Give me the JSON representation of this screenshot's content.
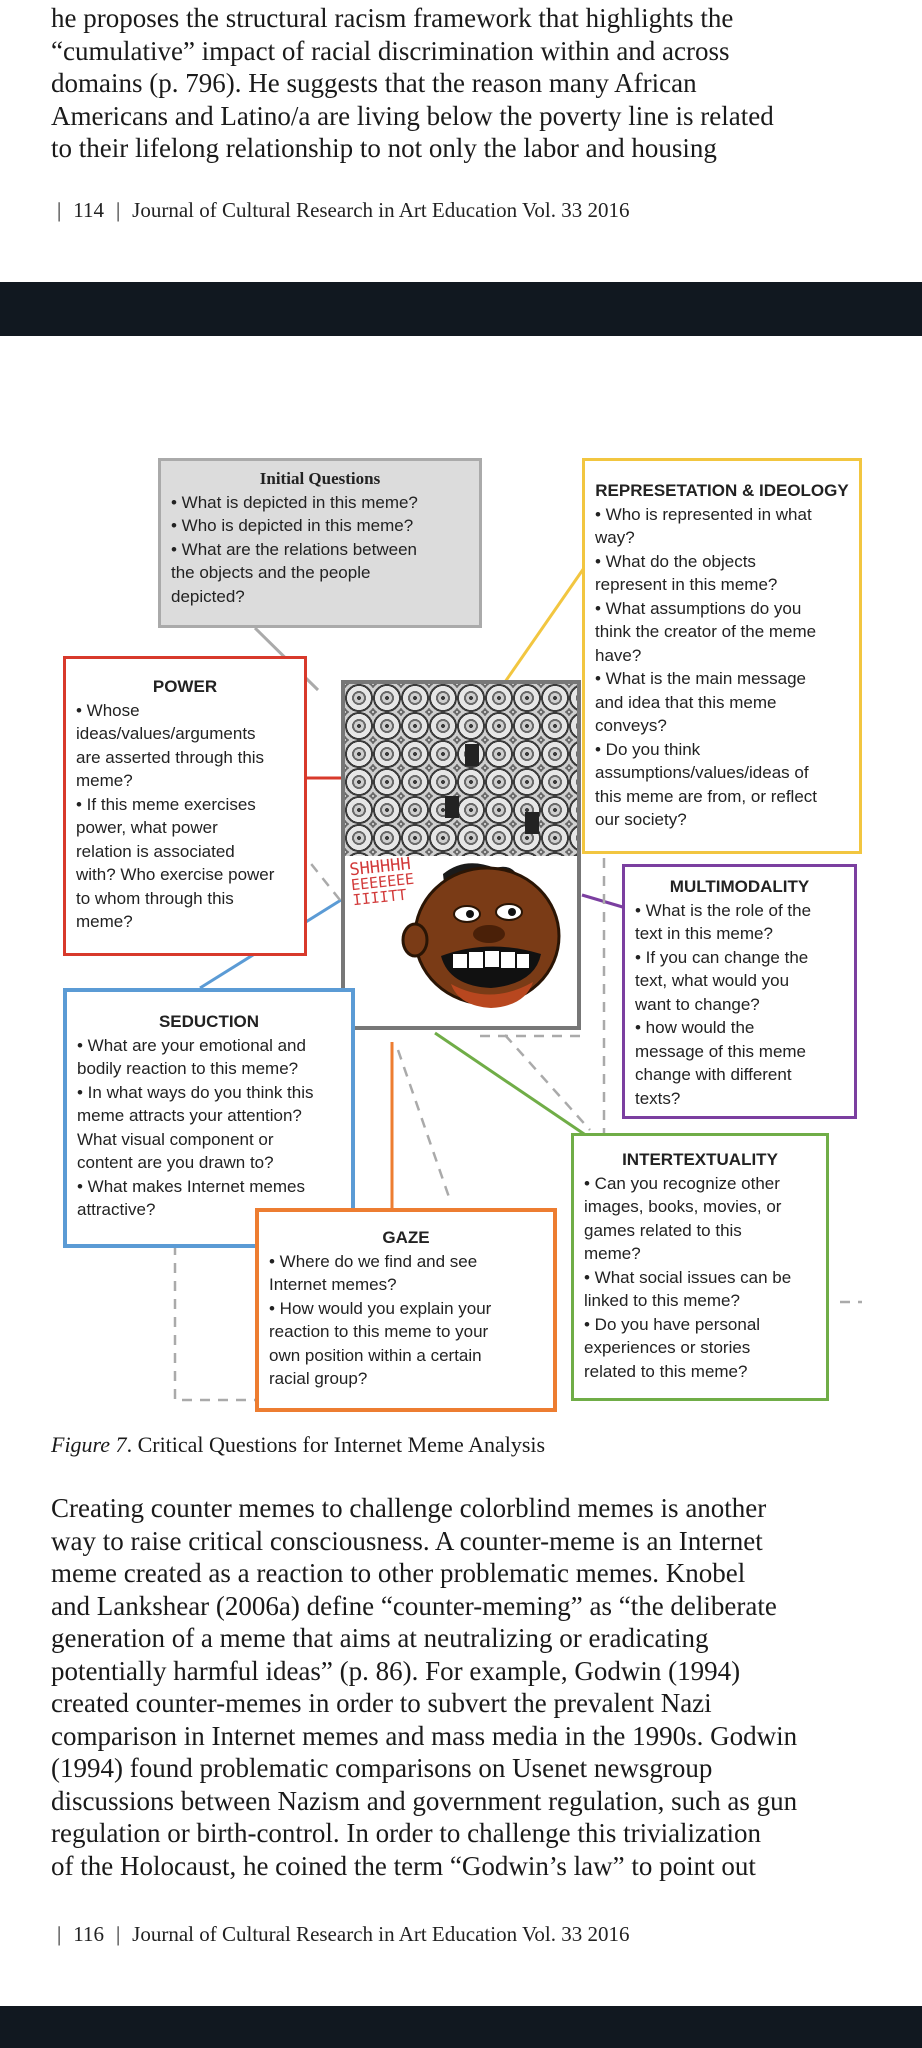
{
  "top_text": {
    "lines": [
      "he proposes the structural racism framework that highlights the",
      "“cumulative” impact of racial discrimination within and across",
      "domains (p. 796). He suggests that the reason many African",
      "Americans and Latino/a are living below the poverty line is related",
      "to their lifelong relationship to not only the labor and housing"
    ]
  },
  "footer_1": {
    "page": "114",
    "journal": "Journal of Cultural Research in Art Education Vol. 33  2016"
  },
  "figure": {
    "initial": {
      "title": "Initial Questions",
      "items": [
        "• What is depicted in this meme?",
        "• Who is depicted in this meme?",
        "• What are the relations between",
        "the objects and the people",
        "depicted?"
      ]
    },
    "representation": {
      "title": "REPRESETATION & IDEOLOGY",
      "items": [
        "• Who is represented in what",
        "way?",
        "• What do the objects",
        "represent in this meme?",
        "• What assumptions do you",
        "think the creator of the meme",
        "have?",
        "• What is the main message",
        "and idea that this meme",
        "conveys?",
        "• Do you think",
        "assumptions/values/ideas of",
        "this meme are from, or reflect",
        "our society?"
      ]
    },
    "power": {
      "title": "POWER",
      "items": [
        "• Whose",
        "ideas/values/arguments",
        "are asserted through this",
        "meme?",
        "• If this meme exercises",
        "power, what power",
        "relation is associated",
        "with? Who exercise power",
        "to whom through this",
        "meme?"
      ]
    },
    "multimodality": {
      "title": "MULTIMODALITY",
      "items": [
        "• What is the role of the",
        "text in this meme?",
        "• If you can change the",
        "text, what would you",
        "want to change?",
        "• how would the",
        "message of this meme",
        "change with different",
        "texts?"
      ]
    },
    "seduction": {
      "title": "SEDUCTION",
      "items": [
        "• What are your emotional and",
        "bodily reaction to this meme?",
        "• In what ways do you think this",
        "meme attracts your attention?",
        "What visual component or",
        "content are you drawn to?",
        "• What makes Internet memes",
        "attractive?"
      ]
    },
    "intertextuality": {
      "title": "INTERTEXTUALITY",
      "items": [
        "• Can you recognize other",
        "images, books, movies, or",
        "games related to this",
        "meme?",
        "• What social issues can be",
        "linked to this meme?",
        "• Do you have personal",
        "experiences or stories",
        "related to this meme?"
      ]
    },
    "gaze": {
      "title": "GAZE",
      "items": [
        "• Where do we find and see",
        "Internet memes?",
        "• How would you explain your",
        "reaction to this meme to your",
        "own position within a certain",
        "racial group?"
      ]
    },
    "meme_text": [
      "SHHHHH",
      "EEEEEEE",
      "IIIITT"
    ],
    "colors": {
      "gray": "#aaaaaa",
      "yellow": "#f2c640",
      "red": "#d8392b",
      "purple": "#7b3fa0",
      "blue": "#5b9bd5",
      "green": "#70ad47",
      "orange": "#ed7d31"
    }
  },
  "caption": {
    "label": "Figure 7",
    "text": ". Critical Questions for Internet Meme Analysis"
  },
  "bottom_text": {
    "lines": [
      "Creating counter memes to challenge colorblind memes is another",
      "way to raise critical consciousness. A counter-meme is an Internet",
      "meme created as a reaction to other problematic memes. Knobel",
      "and Lankshear (2006a) define “counter-meming” as “the deliberate",
      "generation of a meme that aims at neutralizing or eradicating",
      "potentially harmful ideas” (p. 86). For example, Godwin (1994)",
      "created counter-memes in order to subvert the prevalent Nazi",
      "comparison in Internet memes and mass media in the 1990s. Godwin",
      "(1994) found problematic comparisons on Usenet newsgroup",
      "discussions between Nazism and government regulation, such as gun",
      "regulation or birth-control. In order to challenge this trivialization",
      "of the Holocaust, he coined the term “Godwin’s law” to point out"
    ]
  },
  "footer_2": {
    "page": "116",
    "journal": "Journal of Cultural Research in Art Education Vol. 33  2016"
  }
}
